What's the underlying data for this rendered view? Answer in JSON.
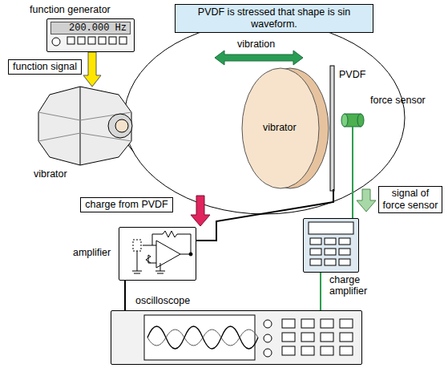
{
  "diagram": {
    "nodes": [
      {
        "text": [
          "function generator",
          "200.000 Hz"
        ]
      },
      {
        "text": [
          "PVDF is stressed that shape is sin waveform."
        ]
      },
      {
        "text": [
          "function signal"
        ]
      },
      {
        "text": [
          "vibrator"
        ]
      },
      {
        "text": [
          "charge from PVDF"
        ]
      },
      {
        "text": [
          "signal of force sensor"
        ]
      },
      {
        "text": [
          "amplifier"
        ]
      },
      {
        "text": [
          "charge amplifier"
        ]
      },
      {
        "text": [
          "oscilloscope"
        ]
      }
    ],
    "edges": [
      {
        "from": 0,
        "to": 3,
        "arrow": "to"
      },
      {
        "from": 6,
        "to": 8,
        "arrow": "none"
      },
      {
        "from": 7,
        "to": 8,
        "arrow": "none"
      }
    ],
    "labels": [
      "vibration",
      "vibrator",
      "PVDF",
      "force sensor"
    ]
  }
}
